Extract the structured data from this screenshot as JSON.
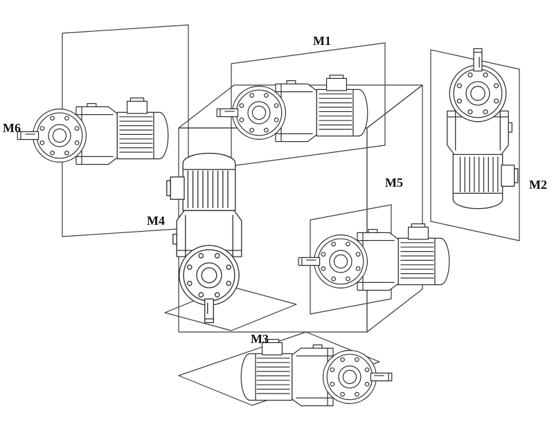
{
  "diagram": {
    "description": "Six mounting positions of a helical gearmotor (M1-M6) shown arranged around a reference cube, monochrome technical line drawing",
    "labels": [
      {
        "id": "M1",
        "text": "M1"
      },
      {
        "id": "M2",
        "text": "M2"
      },
      {
        "id": "M3",
        "text": "M3"
      },
      {
        "id": "M4",
        "text": "M4"
      },
      {
        "id": "M5",
        "text": "M5"
      },
      {
        "id": "M6",
        "text": "M6"
      }
    ],
    "colors": {
      "line": "#2e2e2e",
      "background": "#ffffff"
    }
  }
}
